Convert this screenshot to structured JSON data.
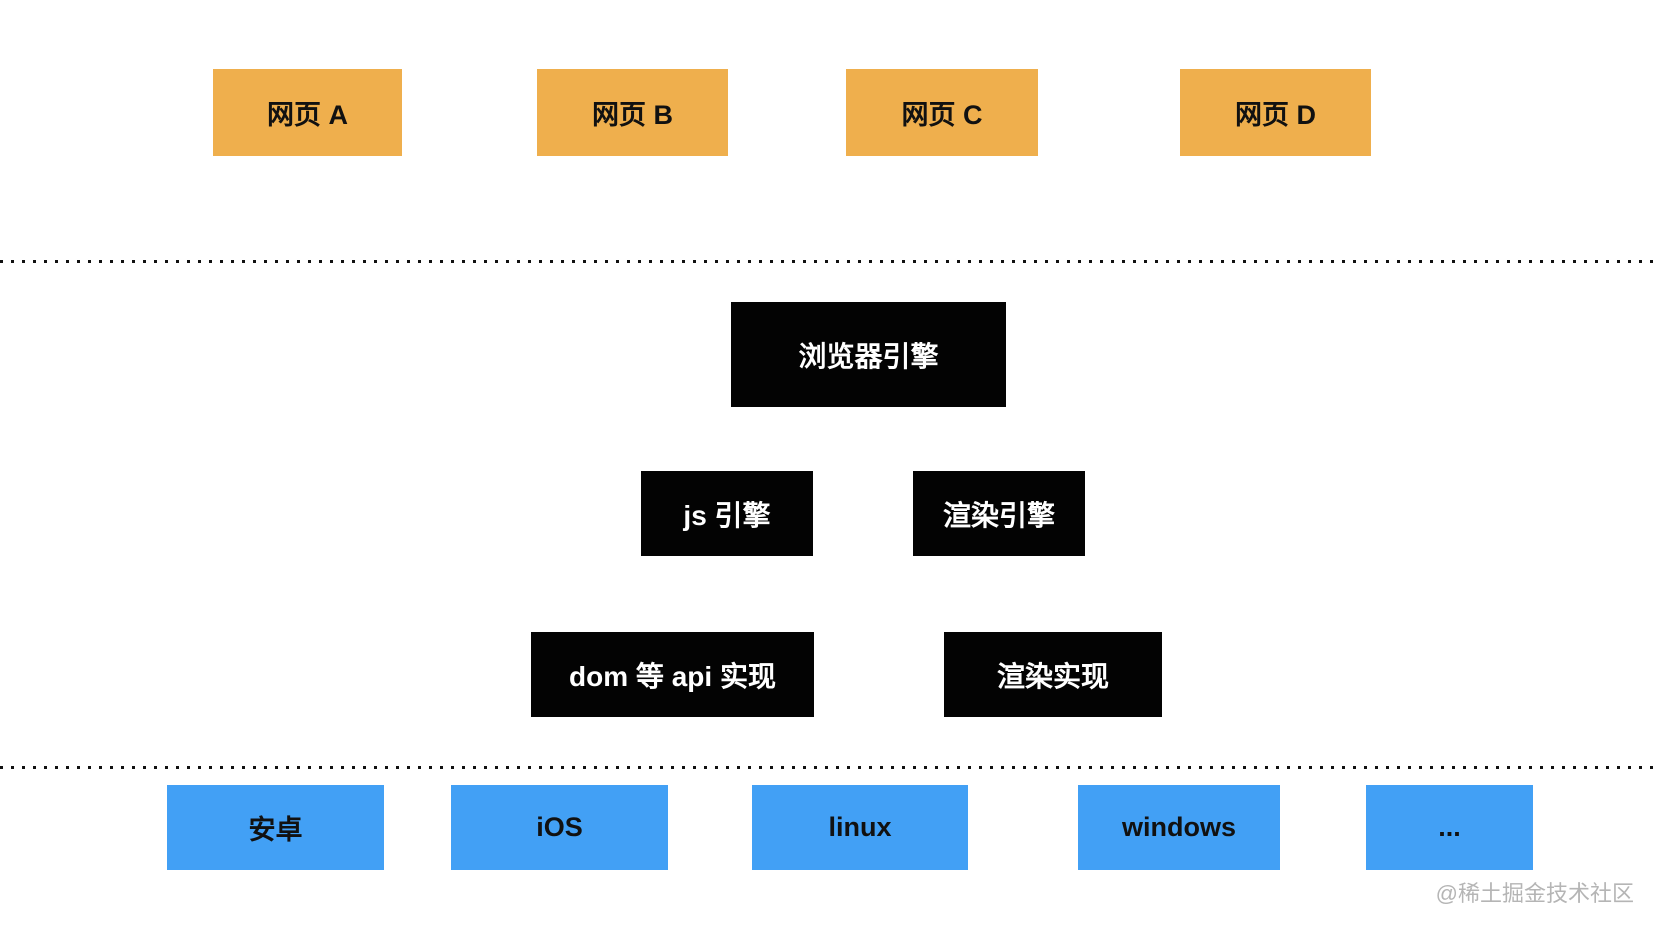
{
  "diagram": {
    "web_pages": [
      {
        "label": "网页 A"
      },
      {
        "label": "网页 B"
      },
      {
        "label": "网页 C"
      },
      {
        "label": "网页 D"
      }
    ],
    "browser_engine": {
      "label": "浏览器引擎"
    },
    "engines": [
      {
        "label": "js 引擎"
      },
      {
        "label": "渲染引擎"
      }
    ],
    "implementations": [
      {
        "label": "dom 等 api 实现"
      },
      {
        "label": "渲染实现"
      }
    ],
    "platforms": [
      {
        "label": "安卓"
      },
      {
        "label": "iOS"
      },
      {
        "label": "linux"
      },
      {
        "label": "windows"
      },
      {
        "label": "..."
      }
    ],
    "watermark": "@稀土掘金技术社区",
    "colors": {
      "web_page_bg": "#efaf4d",
      "engine_bg": "#030303",
      "engine_text": "#ffffff",
      "platform_bg": "#42a0f5",
      "node_text": "#111111",
      "watermark_text": "#b5b5b5",
      "dotted_line": "#111111"
    }
  }
}
